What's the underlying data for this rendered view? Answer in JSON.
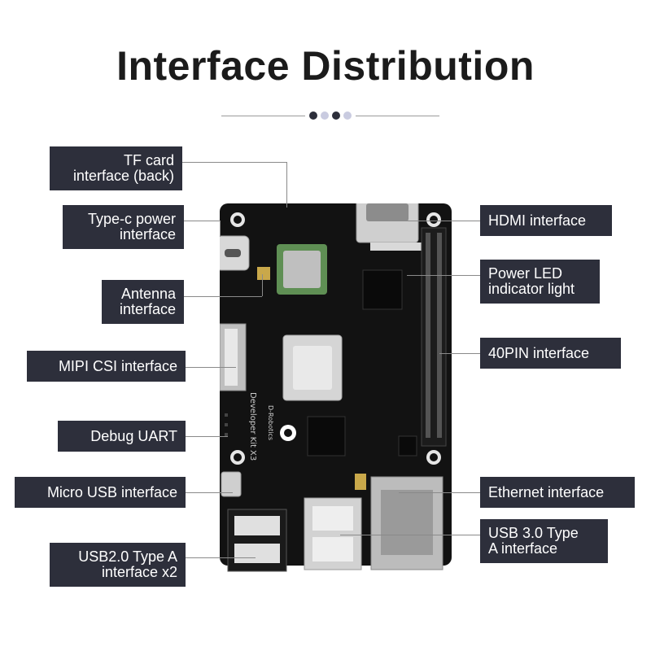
{
  "title": "Interface Distribution",
  "colors": {
    "label_bg": "#2d2f3b",
    "label_text": "#ffffff",
    "dot_dark": "#2d2f3b",
    "dot_light": "#c9cbe0",
    "board": "#121212"
  },
  "labels": {
    "tf_card": [
      "TF card",
      "interface (back)"
    ],
    "type_c": [
      "Type-c power",
      "interface"
    ],
    "antenna": [
      "Antenna",
      "interface"
    ],
    "mipi": [
      "MIPI CSI interface"
    ],
    "debug_uart": [
      "Debug UART"
    ],
    "micro_usb": [
      "Micro USB interface"
    ],
    "usb2": [
      "USB2.0 Type A",
      "interface x2"
    ],
    "hdmi": [
      "HDMI interface"
    ],
    "power_led": [
      "Power LED",
      "indicator light"
    ],
    "pin40": [
      "40PIN interface"
    ],
    "ethernet": [
      "Ethernet interface"
    ],
    "usb3": [
      "USB 3.0 Type",
      "A interface"
    ]
  },
  "board": {
    "silk_logo": "D-Robotics",
    "silk_text": "Developer Kit X3"
  }
}
